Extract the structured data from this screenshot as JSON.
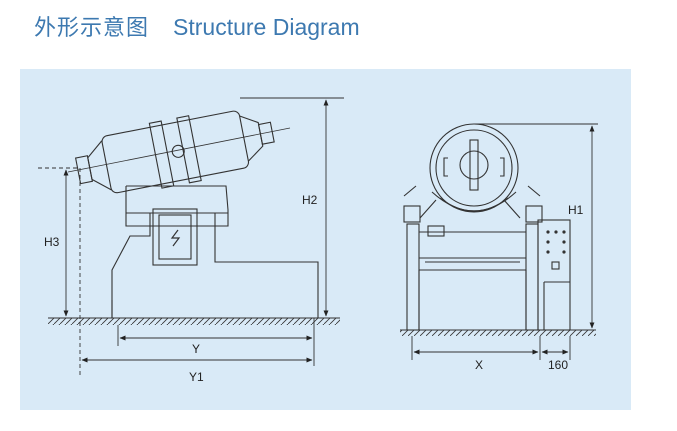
{
  "header": {
    "title_cn": "外形示意图",
    "title_en": "Structure Diagram"
  },
  "labels": {
    "h1": "H1",
    "h2": "H2",
    "h3": "H3",
    "x": "X",
    "y": "Y",
    "y1": "Y1",
    "offset_160": "160"
  },
  "colors": {
    "title": "#3d79b0",
    "panel": "#d9eaf7",
    "line": "#333333"
  }
}
